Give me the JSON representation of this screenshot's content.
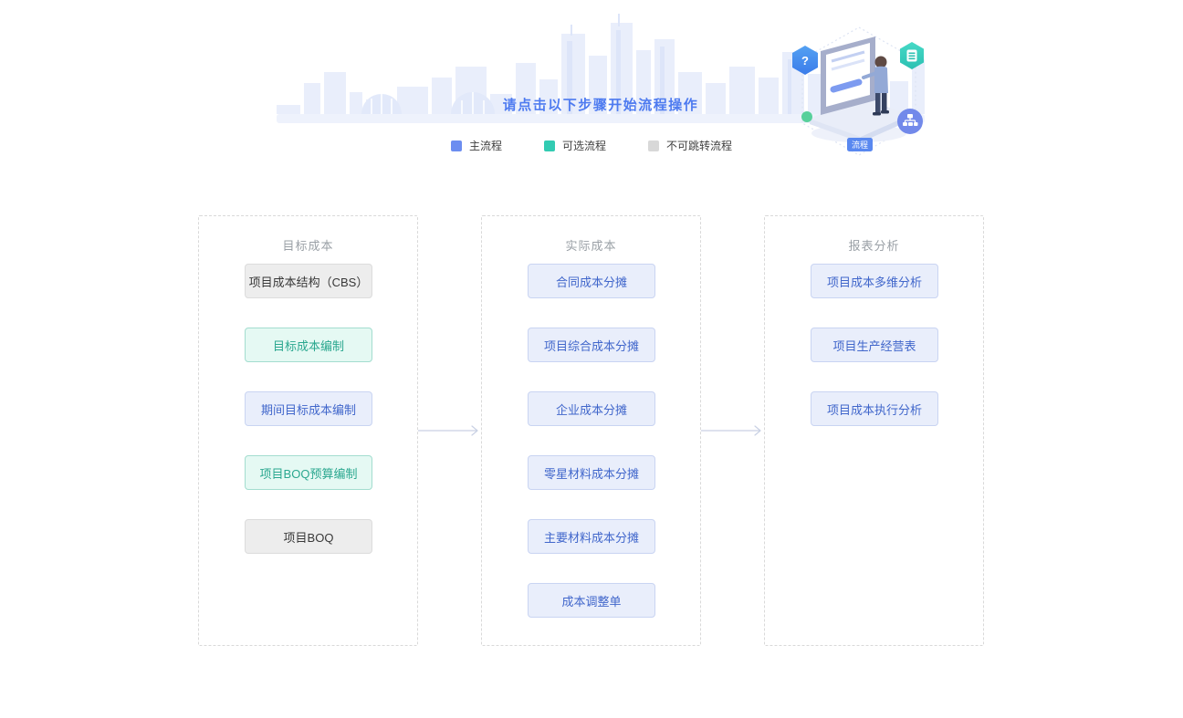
{
  "banner": {
    "title": "请点击以下步骤开始流程操作",
    "illustration": {
      "question_badge": "?",
      "process_badge": "流程"
    }
  },
  "legend": [
    {
      "label": "主流程",
      "type": "main"
    },
    {
      "label": "可选流程",
      "type": "optional"
    },
    {
      "label": "不可跳转流程",
      "type": "disabled"
    }
  ],
  "columns": [
    {
      "title": "目标成本",
      "nodes": [
        {
          "label": "项目成本结构（CBS）",
          "type": "disabled"
        },
        {
          "label": "目标成本编制",
          "type": "optional"
        },
        {
          "label": "期间目标成本编制",
          "type": "main"
        },
        {
          "label": "项目BOQ预算编制",
          "type": "optional"
        },
        {
          "label": "项目BOQ",
          "type": "disabled"
        }
      ]
    },
    {
      "title": "实际成本",
      "nodes": [
        {
          "label": "合同成本分摊",
          "type": "main"
        },
        {
          "label": "项目综合成本分摊",
          "type": "main"
        },
        {
          "label": "企业成本分摊",
          "type": "main"
        },
        {
          "label": "零星材料成本分摊",
          "type": "main"
        },
        {
          "label": "主要材料成本分摊",
          "type": "main"
        },
        {
          "label": "成本调整单",
          "type": "main"
        }
      ]
    },
    {
      "title": "报表分析",
      "nodes": [
        {
          "label": "项目成本多维分析",
          "type": "main"
        },
        {
          "label": "项目生产经营表",
          "type": "main"
        },
        {
          "label": "项目成本执行分析",
          "type": "main"
        }
      ]
    }
  ],
  "colors": {
    "legend-main": "#6c8df0",
    "legend-optional": "#32cbb2",
    "legend-disabled": "#d8d8d8",
    "node-main-bg": "#e9eefb",
    "node-main-border": "#c9d4f2",
    "node-main-text": "#4066cb",
    "node-optional-bg": "#e5f9f3",
    "node-optional-border": "#a3ddcf",
    "node-optional-text": "#2aa78f",
    "node-disabled-bg": "#ededed",
    "node-disabled-border": "#dcdcdc",
    "node-disabled-text": "#383838",
    "banner-title": "#4e7bf0",
    "column-border": "#d9d9d9",
    "column-title": "#9aa0a6",
    "arrow": "#c9d1e4"
  }
}
